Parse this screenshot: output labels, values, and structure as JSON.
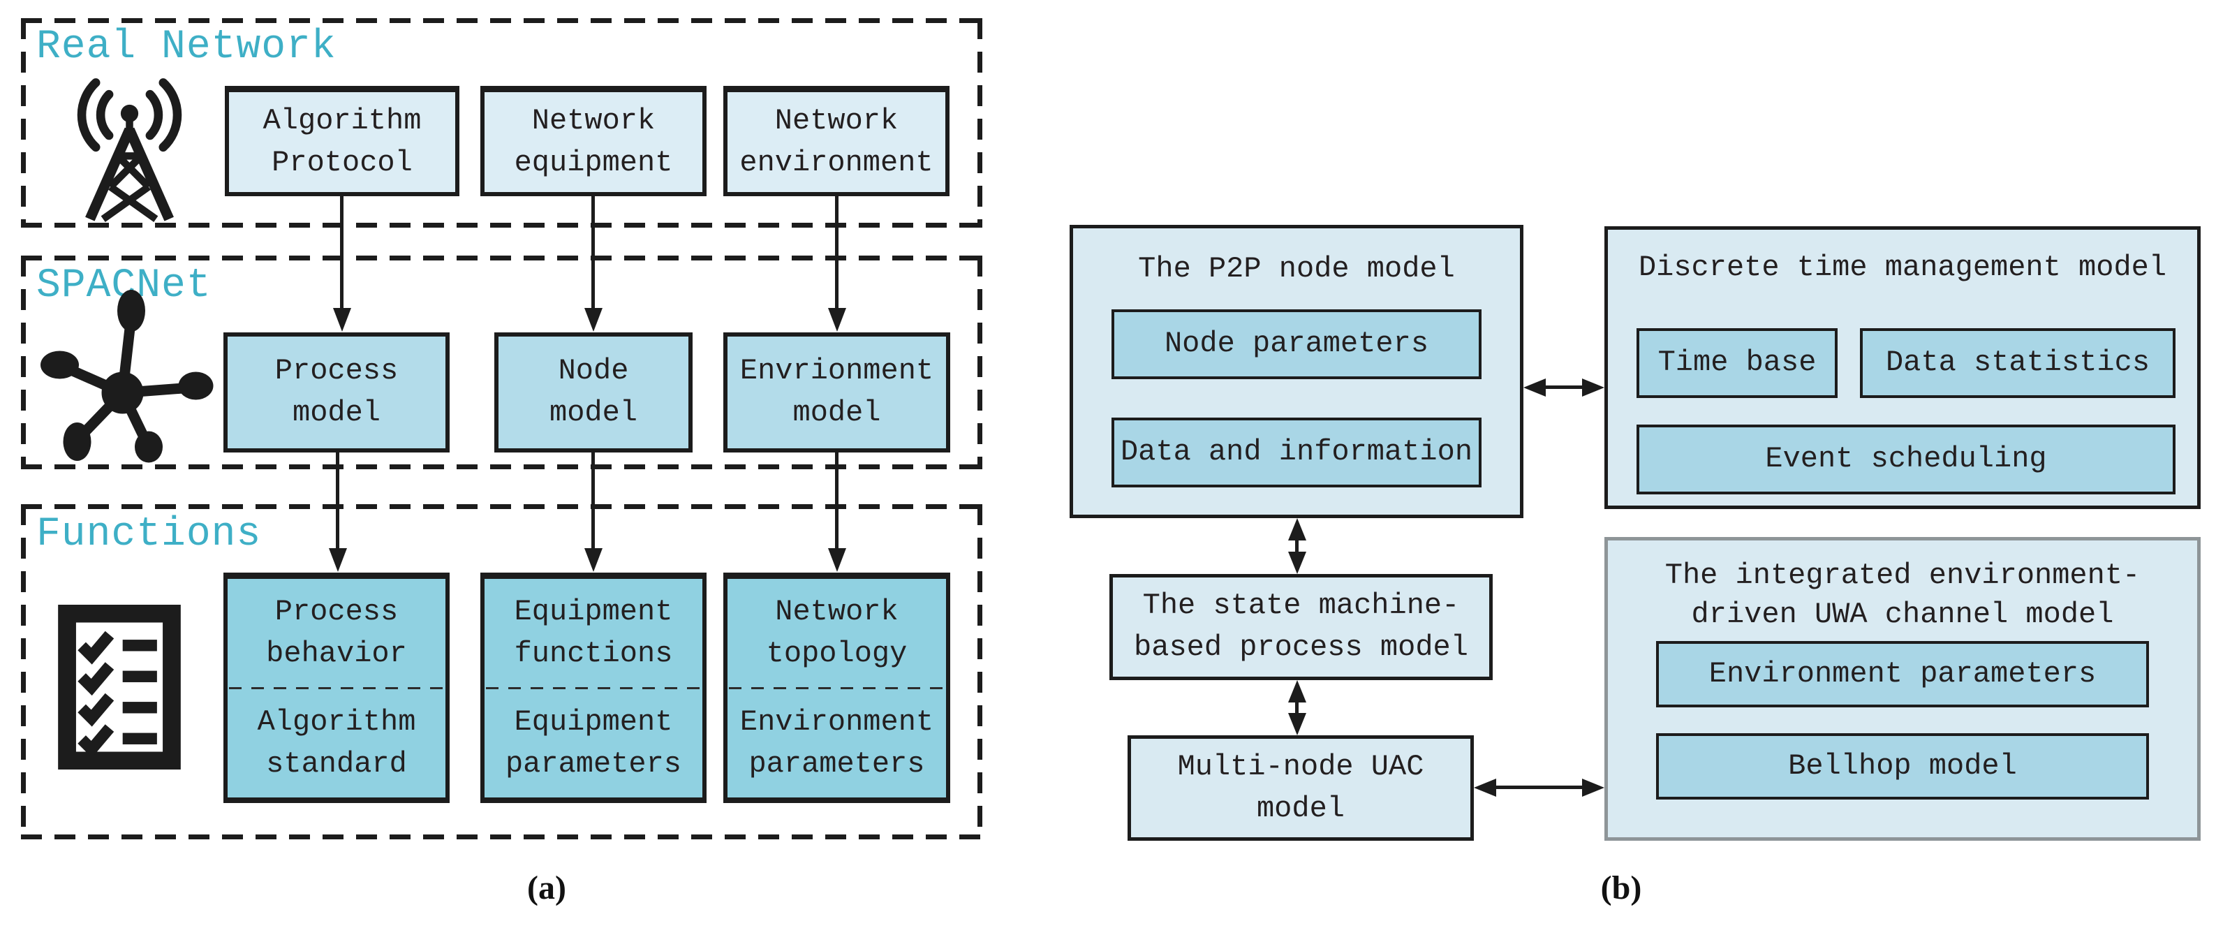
{
  "figure": {
    "panel_a_label": "(a)",
    "panel_b_label": "(b)"
  },
  "colors": {
    "accent_teal": "#3eafc6",
    "row1_fill": "#dcedf5",
    "row2_fill": "#b3dcea",
    "row3_fill": "#90d1e1",
    "panel_b_outer_fill": "#d9eaf2",
    "panel_b_inner_fill": "#a9d6e6",
    "line_black": "#1c1c1c",
    "uwa_border_gray": "#8e9598"
  },
  "panel_a": {
    "sections": [
      {
        "title": "Real Network",
        "icon": "radio-tower-icon"
      },
      {
        "title": "SPACNet",
        "icon": "network-hub-icon"
      },
      {
        "title": "Functions",
        "icon": "checklist-icon"
      }
    ],
    "row1": [
      {
        "label": "Algorithm\nProtocol"
      },
      {
        "label": "Network\nequipment"
      },
      {
        "label": "Network\nenvironment"
      }
    ],
    "row2": [
      {
        "label": "Process\nmodel"
      },
      {
        "label": "Node\nmodel"
      },
      {
        "label": "Envrionment\nmodel"
      }
    ],
    "row3": [
      {
        "top": "Process\nbehavior",
        "bottom": "Algorithm\nstandard"
      },
      {
        "top": "Equipment\nfunctions",
        "bottom": "Equipment\nparameters"
      },
      {
        "top": "Network\ntopology",
        "bottom": "Environment\nparameters"
      }
    ]
  },
  "panel_b": {
    "p2p": {
      "title": "The P2P node model",
      "items": [
        "Node parameters",
        "Data and information"
      ]
    },
    "time_mgmt": {
      "title": "Discrete time management model",
      "items": [
        "Time base",
        "Data statistics",
        "Event scheduling"
      ]
    },
    "state_machine": {
      "label": "The state machine-\nbased process model"
    },
    "uac": {
      "label": "Multi-node UAC\nmodel"
    },
    "uwa": {
      "title": "The integrated environment-\ndriven UWA channel model",
      "items": [
        "Environment parameters",
        "Bellhop model"
      ]
    }
  }
}
